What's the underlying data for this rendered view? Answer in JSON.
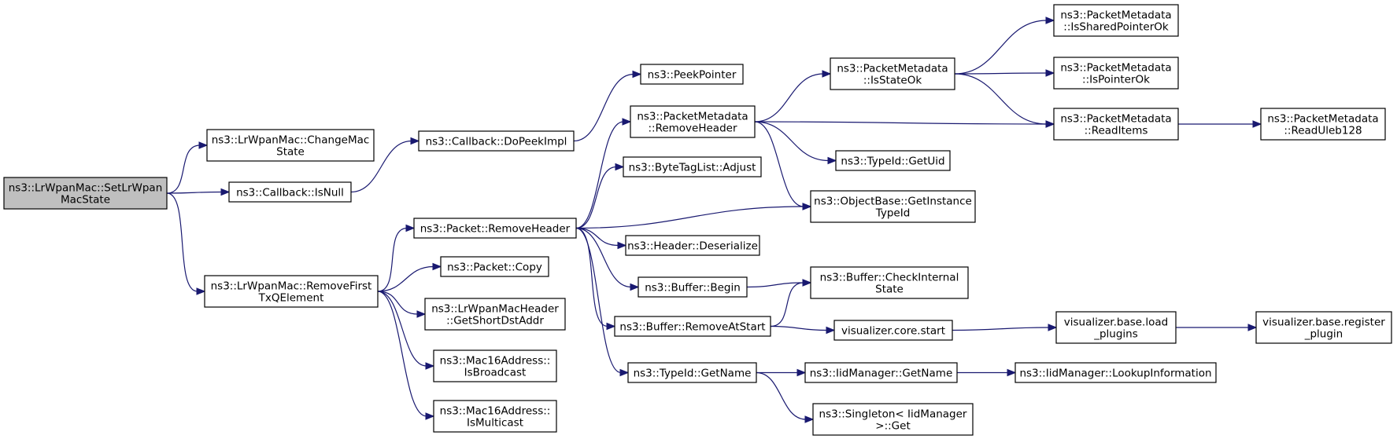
{
  "colors": {
    "edge": "#191970",
    "root_fill": "#bfbfbf",
    "node_fill": "#ffffff",
    "node_border": "#000000"
  },
  "nodes": [
    {
      "id": "n0",
      "lines": [
        "ns3::LrWpanMac::SetLrWpan",
        "MacState"
      ],
      "root": true
    },
    {
      "id": "n1",
      "lines": [
        "ns3::LrWpanMac::ChangeMac",
        "State"
      ]
    },
    {
      "id": "n2",
      "lines": [
        "ns3::Callback::IsNull"
      ]
    },
    {
      "id": "n3",
      "lines": [
        "ns3::LrWpanMac::RemoveFirst",
        "TxQElement"
      ]
    },
    {
      "id": "n4",
      "lines": [
        "ns3::Callback::DoPeekImpl"
      ]
    },
    {
      "id": "n5",
      "lines": [
        "ns3::PeekPointer"
      ]
    },
    {
      "id": "n6",
      "lines": [
        "ns3::Packet::RemoveHeader"
      ]
    },
    {
      "id": "n7",
      "lines": [
        "ns3::Packet::Copy"
      ]
    },
    {
      "id": "n8",
      "lines": [
        "ns3::LrWpanMacHeader",
        "::GetShortDstAddr"
      ]
    },
    {
      "id": "n9",
      "lines": [
        "ns3::Mac16Address::",
        "IsBroadcast"
      ]
    },
    {
      "id": "n10",
      "lines": [
        "ns3::Mac16Address::",
        "IsMulticast"
      ]
    },
    {
      "id": "n11",
      "lines": [
        "ns3::PacketMetadata",
        "::RemoveHeader"
      ]
    },
    {
      "id": "n12",
      "lines": [
        "ns3::ByteTagList::Adjust"
      ]
    },
    {
      "id": "n13",
      "lines": [
        "ns3::Header::Deserialize"
      ]
    },
    {
      "id": "n14",
      "lines": [
        "ns3::Buffer::Begin"
      ]
    },
    {
      "id": "n15",
      "lines": [
        "ns3::Buffer::RemoveAtStart"
      ]
    },
    {
      "id": "n16",
      "lines": [
        "ns3::TypeId::GetName"
      ]
    },
    {
      "id": "n17",
      "lines": [
        "ns3::PacketMetadata",
        "::IsStateOk"
      ]
    },
    {
      "id": "n18",
      "lines": [
        "ns3::TypeId::GetUid"
      ]
    },
    {
      "id": "n19",
      "lines": [
        "ns3::ObjectBase::GetInstance",
        "TypeId"
      ]
    },
    {
      "id": "n20",
      "lines": [
        "ns3::Buffer::CheckInternal",
        "State"
      ]
    },
    {
      "id": "n21",
      "lines": [
        "visualizer.core.start"
      ]
    },
    {
      "id": "n22",
      "lines": [
        "ns3::IidManager::GetName"
      ]
    },
    {
      "id": "n23",
      "lines": [
        "ns3::Singleton< IidManager",
        ">::Get"
      ]
    },
    {
      "id": "n24",
      "lines": [
        "ns3::PacketMetadata",
        "::IsSharedPointerOk"
      ]
    },
    {
      "id": "n25",
      "lines": [
        "ns3::PacketMetadata",
        "::IsPointerOk"
      ]
    },
    {
      "id": "n26",
      "lines": [
        "ns3::PacketMetadata",
        "::ReadItems"
      ]
    },
    {
      "id": "n27",
      "lines": [
        "ns3::PacketMetadata",
        "::ReadUleb128"
      ]
    },
    {
      "id": "n28",
      "lines": [
        "visualizer.base.load",
        "_plugins"
      ]
    },
    {
      "id": "n29",
      "lines": [
        "visualizer.base.register",
        "_plugin"
      ]
    },
    {
      "id": "n30",
      "lines": [
        "ns3::IidManager::LookupInformation"
      ]
    }
  ],
  "edges": [
    [
      "n0",
      "n1"
    ],
    [
      "n0",
      "n2"
    ],
    [
      "n0",
      "n3"
    ],
    [
      "n2",
      "n4"
    ],
    [
      "n4",
      "n5"
    ],
    [
      "n3",
      "n6"
    ],
    [
      "n3",
      "n7"
    ],
    [
      "n3",
      "n8"
    ],
    [
      "n3",
      "n9"
    ],
    [
      "n3",
      "n10"
    ],
    [
      "n6",
      "n11"
    ],
    [
      "n6",
      "n12"
    ],
    [
      "n6",
      "n19"
    ],
    [
      "n6",
      "n13"
    ],
    [
      "n6",
      "n14"
    ],
    [
      "n6",
      "n15"
    ],
    [
      "n6",
      "n16"
    ],
    [
      "n11",
      "n17"
    ],
    [
      "n11",
      "n26"
    ],
    [
      "n11",
      "n18"
    ],
    [
      "n11",
      "n19"
    ],
    [
      "n17",
      "n24"
    ],
    [
      "n17",
      "n25"
    ],
    [
      "n17",
      "n26"
    ],
    [
      "n26",
      "n27"
    ],
    [
      "n14",
      "n20"
    ],
    [
      "n15",
      "n20"
    ],
    [
      "n15",
      "n21"
    ],
    [
      "n21",
      "n28"
    ],
    [
      "n28",
      "n29"
    ],
    [
      "n16",
      "n22"
    ],
    [
      "n16",
      "n23"
    ],
    [
      "n22",
      "n30"
    ]
  ]
}
